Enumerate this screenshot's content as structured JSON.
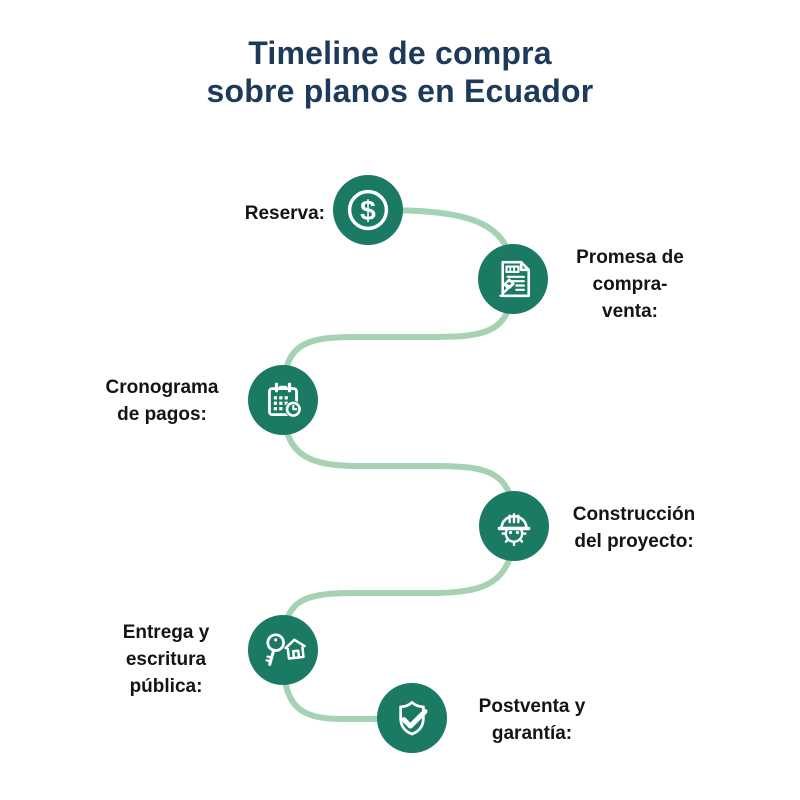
{
  "title": {
    "line1": "Timeline de compra",
    "line2": "sobre planos en Ecuador"
  },
  "colors": {
    "title": "#1e3a5a",
    "node": "#1a7a64",
    "connector": "#a5d2b2",
    "label": "#141414",
    "icon": "#ffffff",
    "background": "#ffffff"
  },
  "timeline": {
    "steps": [
      {
        "id": "reserva",
        "side": "left",
        "icon": "dollar-coin-icon",
        "lines": [
          "Reserva:"
        ]
      },
      {
        "id": "promesa",
        "side": "right",
        "icon": "contract-gavel-icon",
        "lines": [
          "Promesa de",
          "compra-",
          "venta:"
        ]
      },
      {
        "id": "cronograma",
        "side": "left",
        "icon": "payment-calendar-icon",
        "lines": [
          "Cronograma",
          "de pagos:"
        ]
      },
      {
        "id": "construccion",
        "side": "right",
        "icon": "construction-helmet-icon",
        "lines": [
          "Construcción",
          "del proyecto:"
        ]
      },
      {
        "id": "entrega",
        "side": "left",
        "icon": "key-house-icon",
        "lines": [
          "Entrega y",
          "escritura",
          "pública:"
        ]
      },
      {
        "id": "postventa",
        "side": "right",
        "icon": "shield-check-icon",
        "lines": [
          "Postventa y",
          "garantía:"
        ]
      }
    ]
  }
}
